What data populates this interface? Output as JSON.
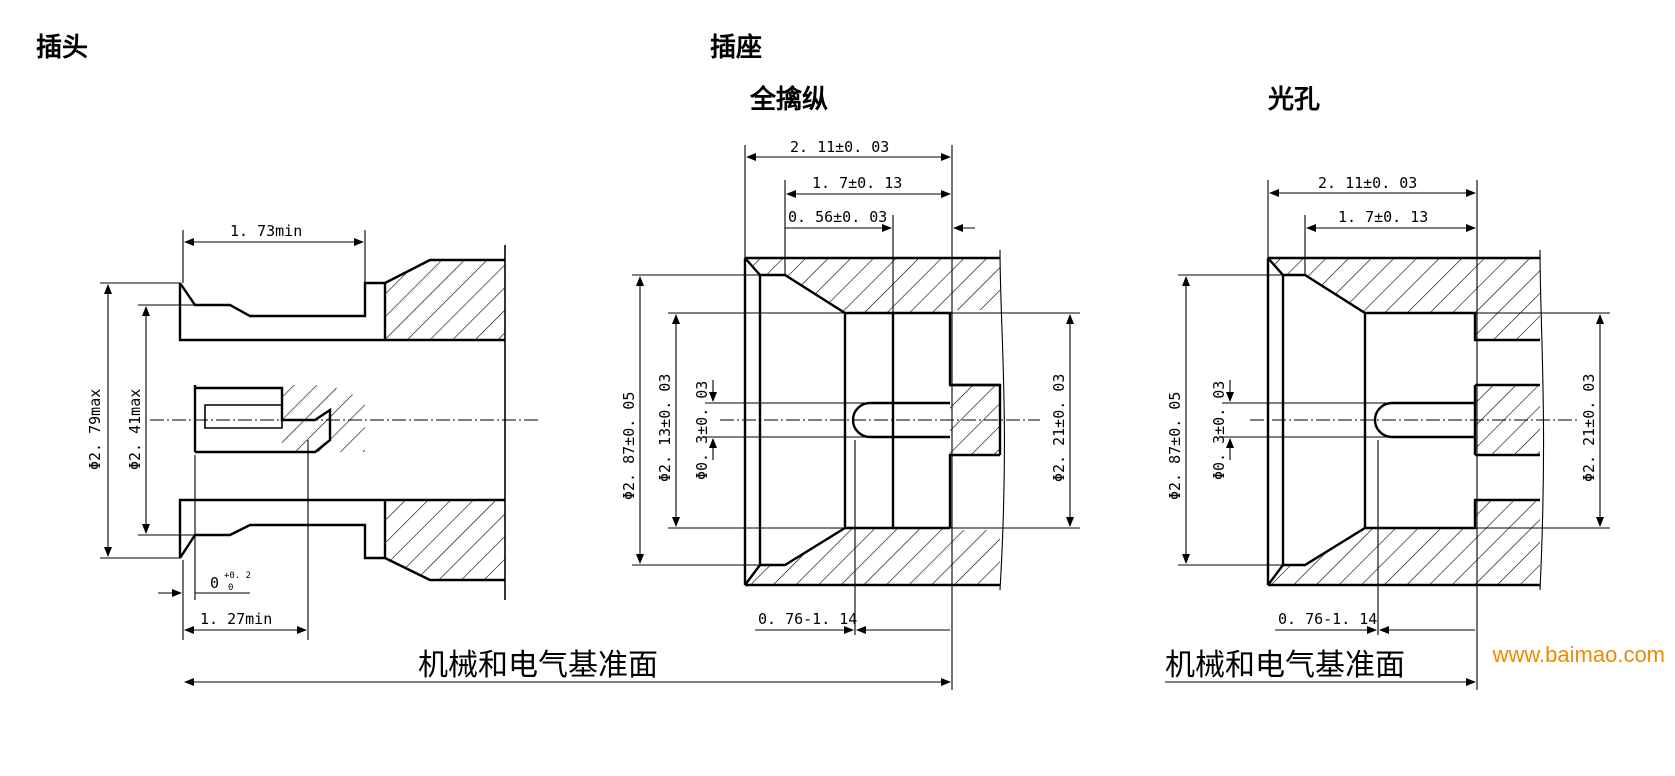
{
  "headings": {
    "plug": "插头",
    "socket": "插座",
    "full_detent": "全擒纵",
    "smooth_bore": "光孔"
  },
  "plug": {
    "d_outer": "Φ2. 79max",
    "d_inner": "Φ2. 41max",
    "len_top": "1. 73min",
    "len_bottom": "1. 27min",
    "tol_main": "0",
    "tol_upper": "+0. 2",
    "tol_lower": "0"
  },
  "socket_full": {
    "w_total": "2. 11±0. 03",
    "w_mid": "1. 7±0. 13",
    "w_small": "0. 56±0. 03",
    "d_outer": "Φ2. 87±0. 05",
    "d_mid": "Φ2. 13±0. 03",
    "d_pin": "Φ0. 3±0. 03",
    "d_right": "Φ2. 21±0. 03",
    "bottom": "0. 76-1. 14"
  },
  "socket_bore": {
    "w_total": "2. 11±0. 03",
    "w_mid": "1. 7±0. 13",
    "d_outer": "Φ2. 87±0. 05",
    "d_pin": "Φ0. 3±0. 03",
    "d_right": "Φ2. 21±0. 03",
    "bottom": "0. 76-1. 14"
  },
  "reference_plane": "机械和电气基准面",
  "watermark": "www.baimao.com"
}
